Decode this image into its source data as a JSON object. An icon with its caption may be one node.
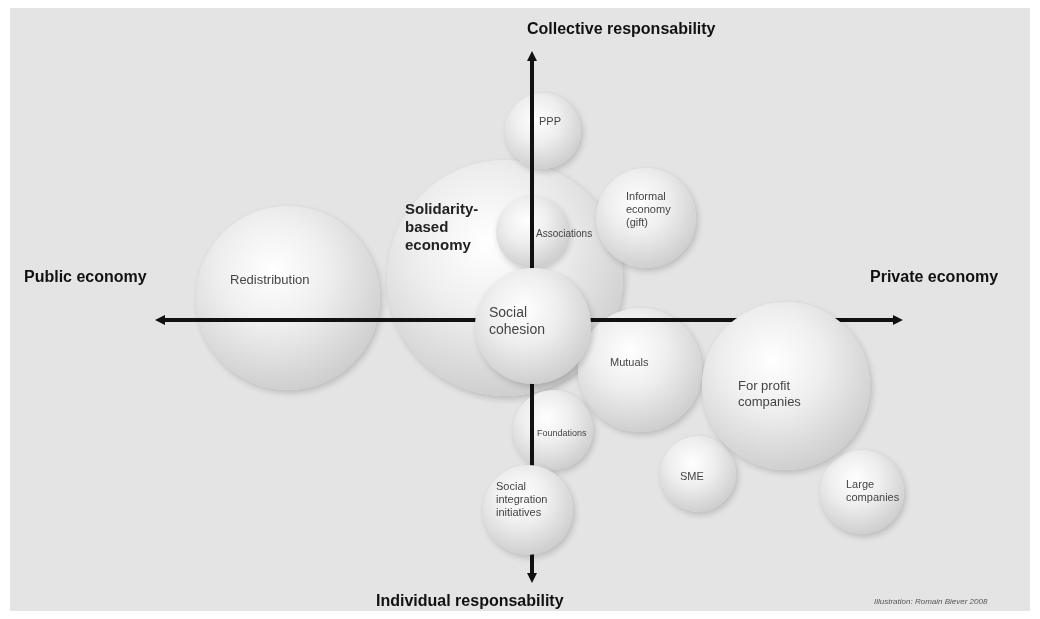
{
  "diagram": {
    "nodes": [
      {
        "text": [
          "Redistribution"
        ]
      },
      {
        "text": [
          "Solidarity- based economy"
        ]
      },
      {
        "text": [
          "PPP"
        ]
      },
      {
        "text": [
          "Informal economy (gift)"
        ]
      },
      {
        "text": [
          "Associations"
        ],
        "in": 1
      },
      {
        "text": [
          "Social cohesion"
        ],
        "in": 1
      },
      {
        "text": [
          "Mutuals"
        ]
      },
      {
        "text": [
          "For profit companies"
        ]
      },
      {
        "text": [
          "Foundations"
        ]
      },
      {
        "text": [
          "SME"
        ]
      },
      {
        "text": [
          "Large companies"
        ]
      },
      {
        "text": [
          "Social integration initiatives"
        ]
      }
    ],
    "labels": [
      "Collective responsability",
      "Public economy",
      "Private economy",
      "Individual responsability",
      "Illustration: Romain Biever 2008"
    ]
  }
}
